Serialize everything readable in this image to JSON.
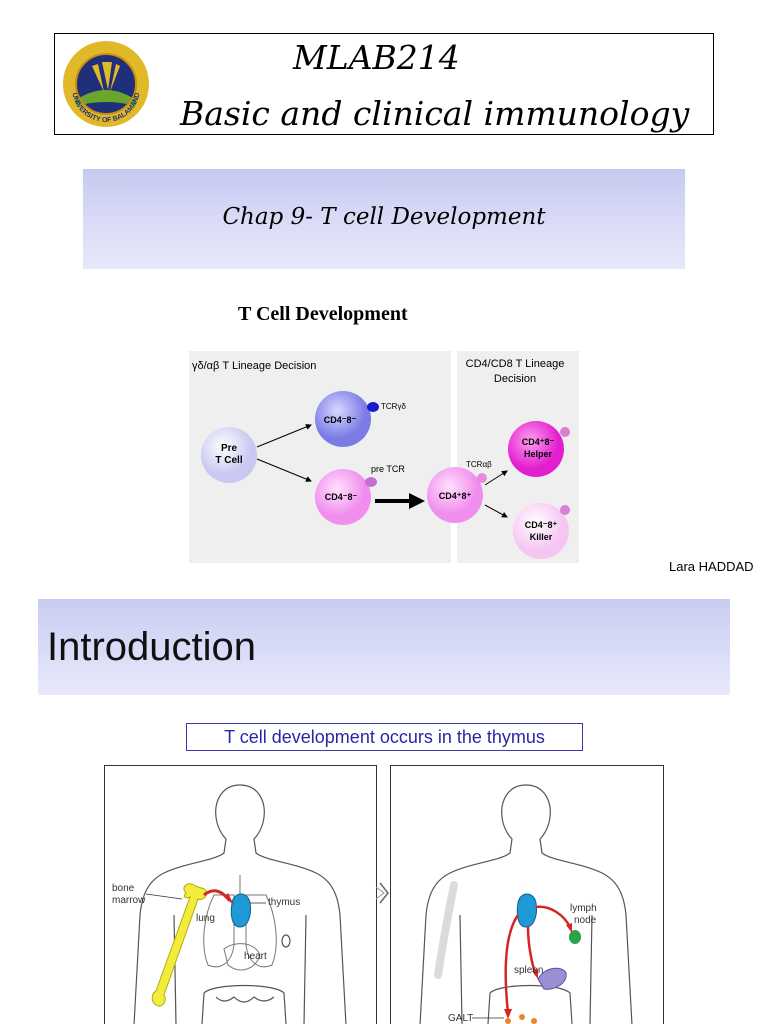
{
  "header": {
    "logo_text": "UNIVERSITY OF BALAMAND",
    "course_code": "MLAB214",
    "course_title": "Basic and clinical immunology"
  },
  "chapter": {
    "title": "Chap  9-  T cell Development"
  },
  "figure_tcell": {
    "title": "T Cell Development",
    "left_heading": "γδ/αβ T Lineage Decision",
    "right_heading_line1": "CD4/CD8 T Lineage",
    "right_heading_line2": "Decision",
    "pre_tcell_line1": "Pre",
    "pre_tcell_line2": "T Cell",
    "gd_cell": "CD4⁻8⁻",
    "tcr_gd": "TCRγδ",
    "dn_cell": "CD4⁻8⁻",
    "pre_tcr": "pre TCR",
    "dp_cell": "CD4⁺8⁺",
    "tcr_ab": "TCRαβ",
    "helper_line1": "CD4⁺8⁻",
    "helper_line2": "Helper",
    "killer_line1": "CD4⁻8⁺",
    "killer_line2": "Killer"
  },
  "author": "Lara HADDAD",
  "introduction": {
    "title": "Introduction",
    "subtitle": "T cell development occurs in the thymus"
  },
  "figure_body": {
    "left_labels": {
      "bone_marrow_1": "bone",
      "bone_marrow_2": "marrow",
      "thymus": "thymus",
      "lung": "lung",
      "heart": "heart"
    },
    "right_labels": {
      "lymph_1": "lymph",
      "lymph_2": "node",
      "spleen": "spleen",
      "galt": "GALT"
    }
  },
  "colors": {
    "banner": "#d4d7f5",
    "subtitle_text": "#2727a6",
    "gd_cell": "#8f8ff0",
    "pink_cell": "#f29df0",
    "helper_cell": "#ee2fd8",
    "pre_cell": "#dcdcf8"
  }
}
